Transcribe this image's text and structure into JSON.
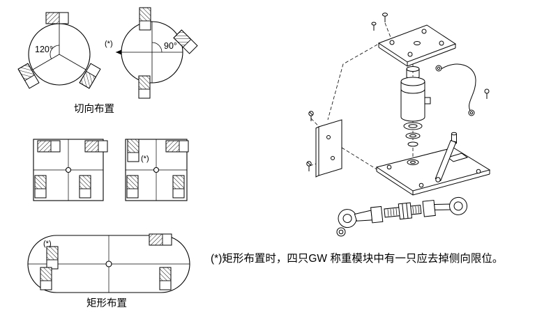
{
  "drawing": {
    "captions": {
      "tangential": "切向布置",
      "rectangular": "矩形布置"
    },
    "angle_labels": {
      "tangential_circle": "120°",
      "square_circle": "90°"
    },
    "marker_star": "(*)",
    "note": "(*)矩形布置时，四只GW 称重模块中有一只应去掉侧向限位。",
    "colors": {
      "background": "#ffffff",
      "line": "#000000"
    }
  }
}
